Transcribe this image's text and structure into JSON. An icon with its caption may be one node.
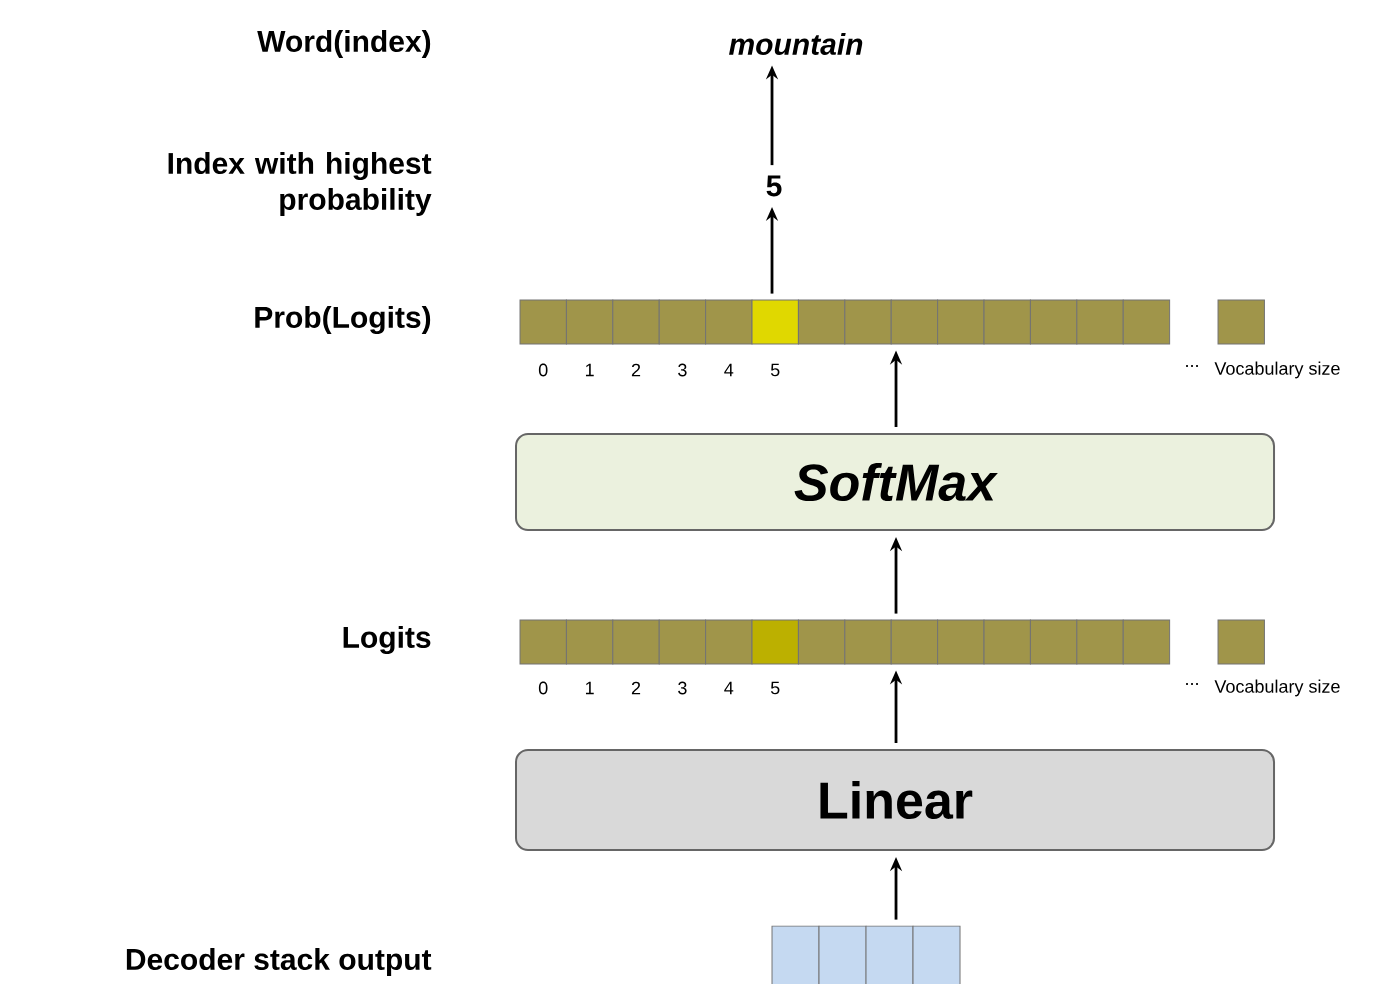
{
  "diagram": {
    "nodes": [
      {
        "text": [
          "mountain"
        ]
      },
      {
        "text": [
          "5"
        ]
      },
      {
        "text": [],
        "shape": "bar"
      },
      {
        "text": [
          "SoftMax"
        ]
      },
      {
        "text": [],
        "shape": "bar"
      },
      {
        "text": [
          "Linear"
        ]
      },
      {
        "text": [],
        "shape": "bar"
      }
    ],
    "edges": [
      {
        "from": 6,
        "to": 5,
        "arrow": "to"
      },
      {
        "from": 5,
        "to": 4,
        "arrow": "to"
      },
      {
        "from": 4,
        "to": 3,
        "arrow": "to"
      },
      {
        "from": 3,
        "to": 2,
        "arrow": "to"
      },
      {
        "from": 2,
        "to": 1,
        "arrow": "to"
      },
      {
        "from": 1,
        "to": 0,
        "arrow": "to"
      }
    ],
    "labels": [
      "Word(index)",
      "Index with highest probability",
      "Prob(Logits)",
      "0",
      "1",
      "2",
      "3",
      "4",
      "5",
      "...",
      "Vocabulary size",
      "Logits",
      "0",
      "1",
      "2",
      "3",
      "4",
      "5",
      "...",
      "Vocabulary size",
      "Decoder stack output"
    ]
  }
}
